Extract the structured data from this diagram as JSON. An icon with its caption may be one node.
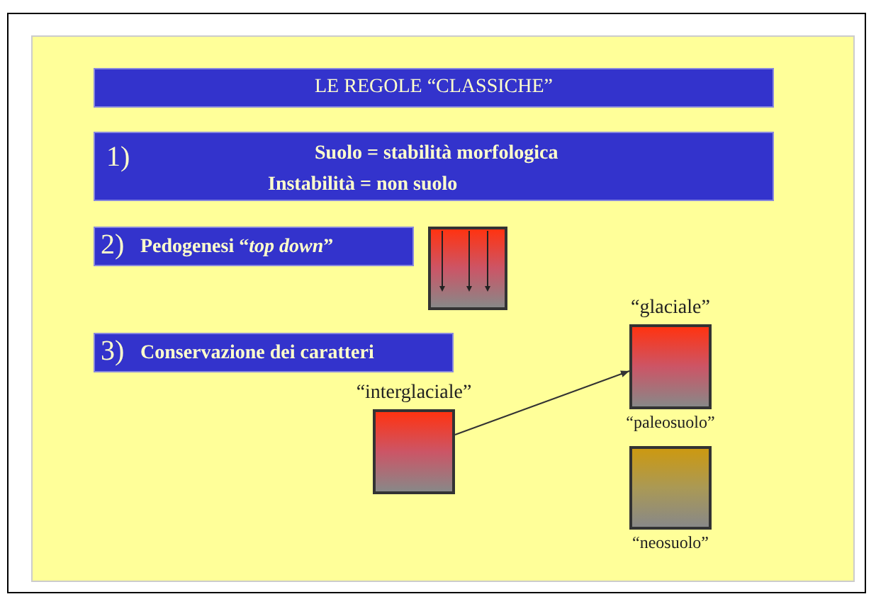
{
  "diagram": {
    "title": "LE REGOLE “CLASSICHE”",
    "nodes": [
      {
        "text": [
          "1)",
          "Suolo = stabilità morfologica",
          "Instabilità = non suolo"
        ]
      },
      {
        "text": [
          "2)",
          "Pedogenesi “*top down*”"
        ]
      },
      {
        "text": [],
        "shape": "box"
      },
      {
        "text": [
          "3)",
          "Conservazione dei caratteri"
        ]
      },
      {
        "text": [
          "“interglaciale”"
        ]
      },
      {
        "text": [
          "“glaciale”"
        ],
        "beside": [
          "“paleosuolo”"
        ]
      },
      {
        "text": [],
        "shape": "box",
        "beside": [
          "“neosuolo”"
        ]
      }
    ],
    "edges": [
      {
        "from": 4,
        "to": 5,
        "arrow": "to"
      }
    ]
  }
}
